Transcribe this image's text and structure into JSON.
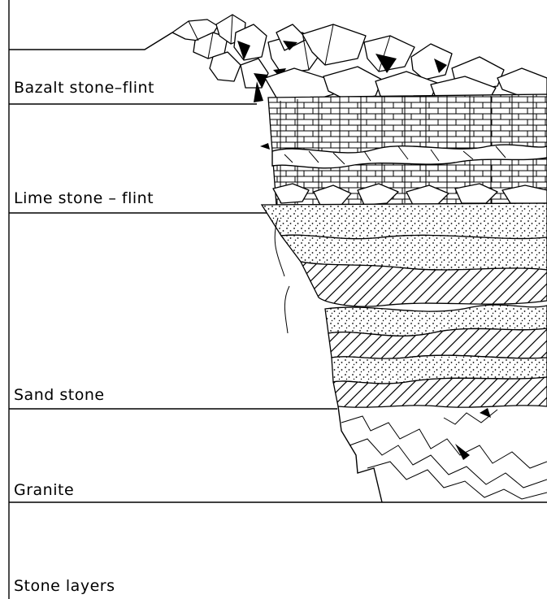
{
  "diagram": {
    "layers": [
      {
        "id": "bazalt",
        "label": "Bazalt stone–flint"
      },
      {
        "id": "lime",
        "label": "Lime stone – flint"
      },
      {
        "id": "sand",
        "label": "Sand stone"
      },
      {
        "id": "granite",
        "label": "Granite"
      },
      {
        "id": "base",
        "label": "Stone layers"
      }
    ]
  }
}
